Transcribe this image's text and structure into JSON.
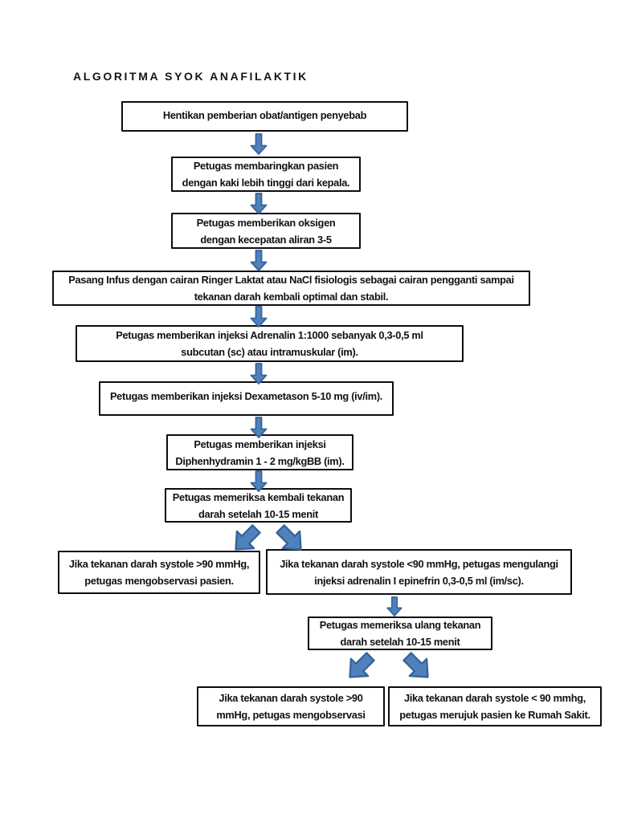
{
  "page": {
    "title": "ALGORITMA SYOK ANAFILAKTIK"
  },
  "flowchart": {
    "arrow_fill": "#4f81bd",
    "arrow_stroke": "#38639a",
    "box_border_color": "#0d0d0d",
    "boxes": [
      {
        "id": "stop-drug",
        "lines": [
          "Hentikan pemberian obat/antigen penyebab"
        ]
      },
      {
        "id": "lay-patient",
        "lines": [
          "Petugas membaringkan pasien",
          "dengan kaki lebih tinggi dari kepala."
        ]
      },
      {
        "id": "give-oxygen",
        "lines": [
          "Petugas memberikan oksigen",
          "dengan kecepatan aliran 3-5"
        ]
      },
      {
        "id": "infusion",
        "lines": [
          "Pasang Infus dengan cairan Ringer Laktat atau NaCl fisiologis sebagai cairan pengganti sampai",
          "tekanan darah kembali optimal dan stabil."
        ]
      },
      {
        "id": "adrenalin",
        "lines": [
          "Petugas memberikan injeksi Adrenalin 1:1000 sebanyak 0,3-0,5 ml",
          "subcutan (sc) atau intramuskular (im)."
        ]
      },
      {
        "id": "dexametason",
        "lines": [
          "Petugas memberikan injeksi Dexametason 5-10 mg (iv/im)."
        ]
      },
      {
        "id": "diphenhydramin",
        "lines": [
          "Petugas memberikan injeksi",
          "Diphenhydramin 1 - 2 mg/kgBB (im)."
        ]
      },
      {
        "id": "check-bp",
        "lines": [
          "Petugas memeriksa kembali tekanan",
          "darah setelah 10-15 menit"
        ]
      },
      {
        "id": "observe-patient",
        "lines": [
          "Jika tekanan darah systole >90 mmHg,",
          "petugas mengobservasi pasien."
        ]
      },
      {
        "id": "repeat-adrenalin",
        "lines": [
          "Jika tekanan darah systole <90 mmHg, petugas mengulangi",
          "injeksi adrenalin I epinefrin 0,3-0,5 ml (im/sc)."
        ]
      },
      {
        "id": "recheck-bp",
        "lines": [
          "Petugas memeriksa ulang tekanan",
          "darah setelah 10-15 menit"
        ]
      },
      {
        "id": "observe-again",
        "lines": [
          "Jika tekanan darah systole >90",
          "mmHg, petugas mengobservasi"
        ]
      },
      {
        "id": "refer-hospital",
        "lines": [
          "Jika tekanan darah systole < 90 mmhg,",
          "petugas merujuk pasien ke Rumah Sakit."
        ]
      }
    ]
  }
}
